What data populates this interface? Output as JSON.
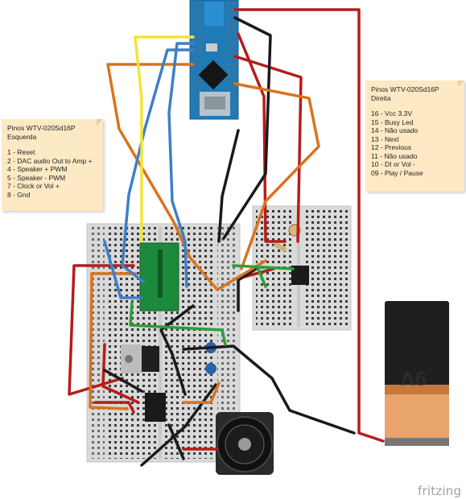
{
  "notes": {
    "left": {
      "title": "Pinos WTV-020Sd16P",
      "subtitle": "Esquerda",
      "items": [
        "1 - Reset",
        "2 - DAC audio Out to Amp +",
        "4 - Speaker + PWM",
        "5 - Speaker - PWM",
        "7 - Clock or Vol +",
        "8 - Gnd"
      ]
    },
    "right": {
      "title": "Pinos WTV-020Sd16P",
      "subtitle": "Direita",
      "items": [
        "16 - Vcc 3.3V",
        "15 - Busy Led",
        "14 - Não usado",
        "13 - Next",
        "12 - Previous",
        "11 - Não usado",
        "10 - DI or Vol -",
        "09 - Play / Pause"
      ]
    }
  },
  "battery": {
    "label": "9V"
  },
  "brand": "fritzing",
  "colors": {
    "wire_red": "#b71c1c",
    "wire_black": "#1a1a1a",
    "wire_orange": "#d9731e",
    "wire_blue": "#3d7fc9",
    "wire_yellow": "#f2e33a",
    "wire_green": "#2e9e3a",
    "arduino": "#1e7bb8",
    "module": "#1b8a3a",
    "note_bg": "#fde9c4",
    "battery_top": "#1f1f1f",
    "battery_body": "#e8a46a"
  }
}
